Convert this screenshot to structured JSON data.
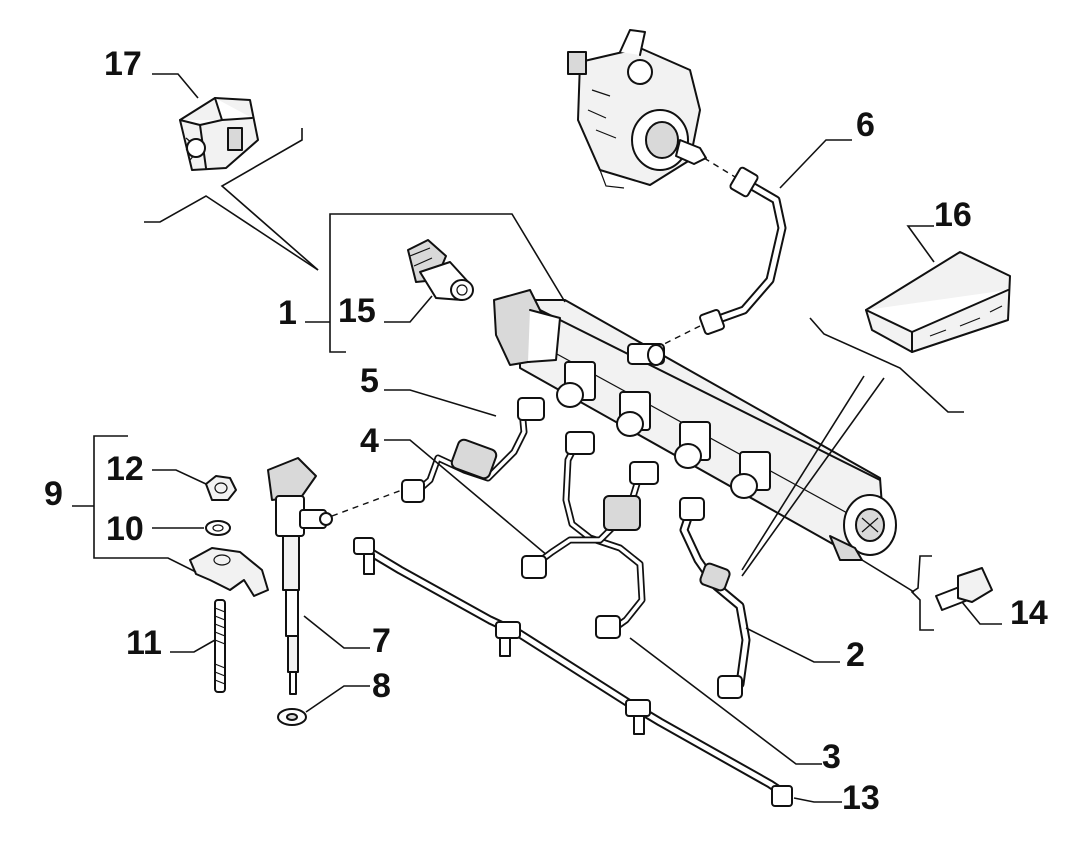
{
  "labels": {
    "l1": "1",
    "l2": "2",
    "l3": "3",
    "l4": "4",
    "l5": "5",
    "l6": "6",
    "l7": "7",
    "l8": "8",
    "l9": "9",
    "l10": "10",
    "l11": "11",
    "l12": "12",
    "l13": "13",
    "l14": "14",
    "l15": "15",
    "l16": "16",
    "l17": "17"
  }
}
